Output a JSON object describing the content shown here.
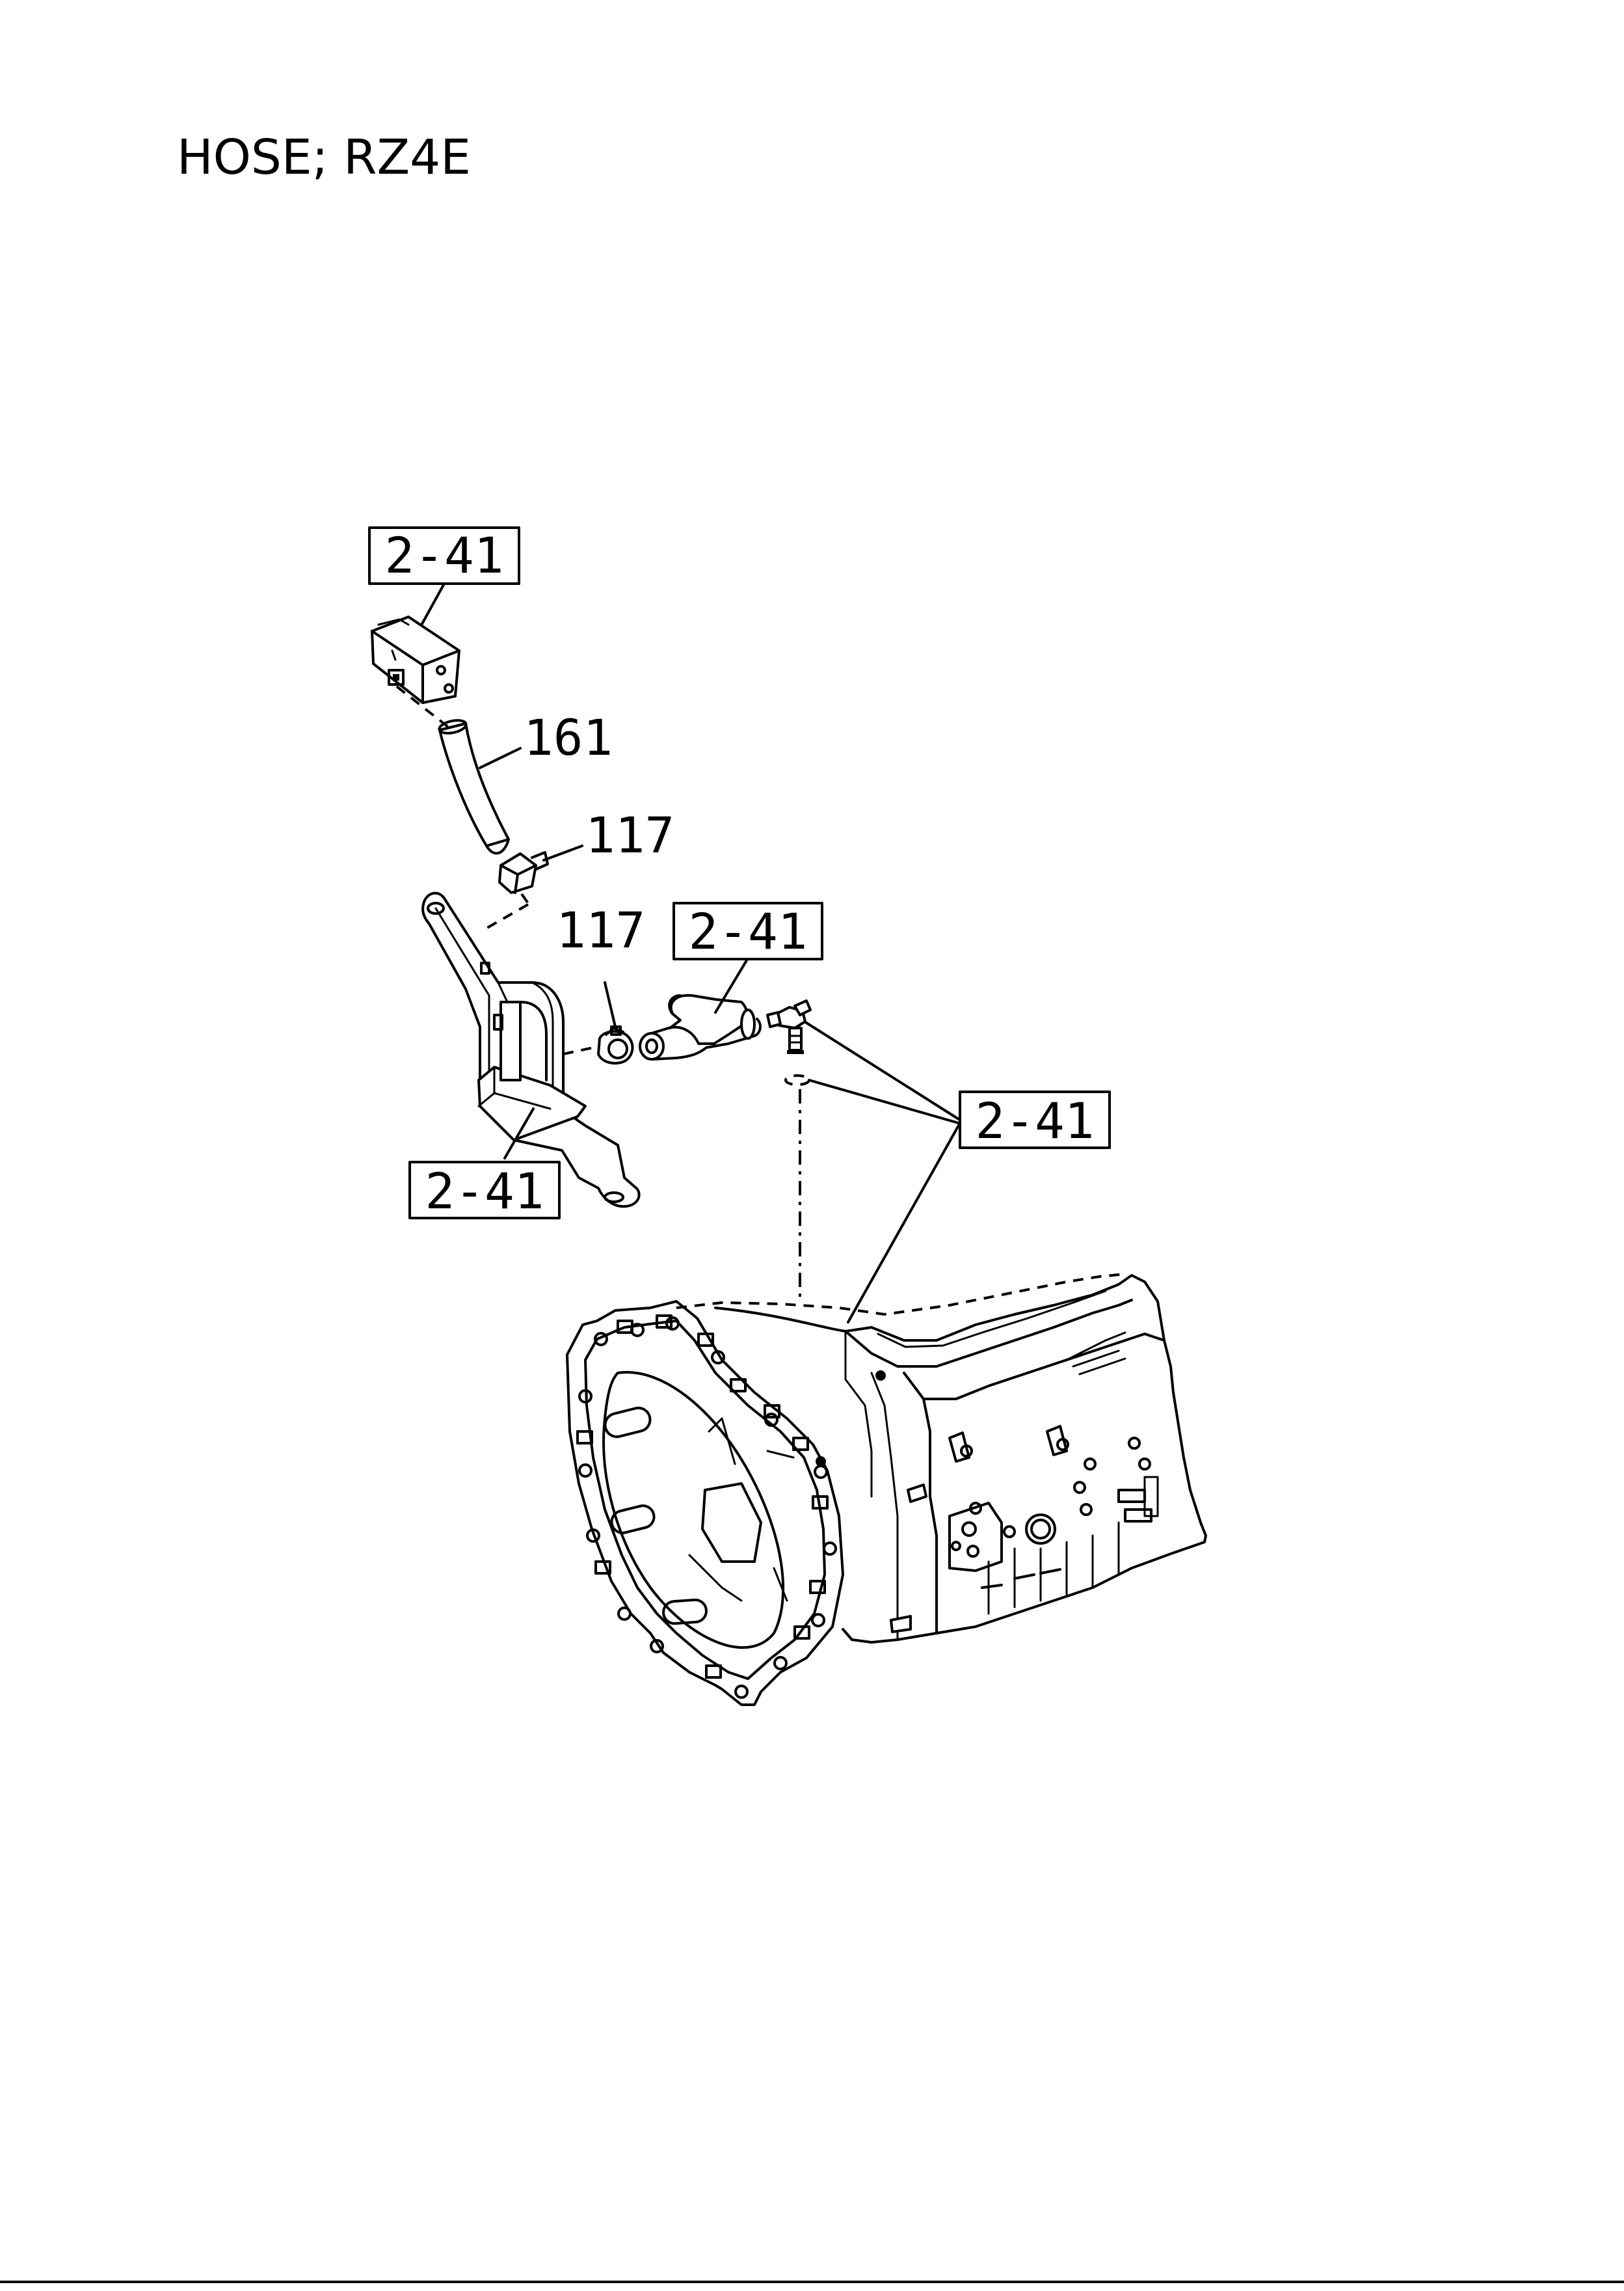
{
  "page": {
    "title": "HOSE; RZ4E"
  },
  "callouts": {
    "ref_top": "2-41",
    "ref_hose_right": "2-41",
    "ref_bracket": "2-41",
    "ref_fitting": "2-41",
    "part_hose": "161",
    "part_clamp_upper": "117",
    "part_clamp_lower": "117"
  }
}
